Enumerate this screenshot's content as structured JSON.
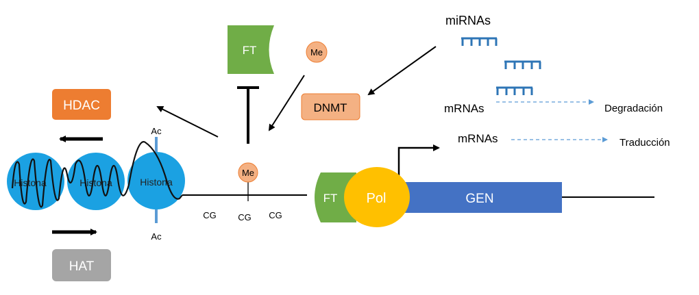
{
  "labels": {
    "hdac": "HDAC",
    "hat": "HAT",
    "histona": "Histona",
    "ac": "Ac",
    "ft": "FT",
    "me": "Me",
    "dnmt": "DNMT",
    "mirnas": "miRNAs",
    "mrnas": "mRNAs",
    "degradacion": "Degradación",
    "traduccion": "Traducción",
    "cg": "CG",
    "pol": "Pol",
    "gen": "GEN"
  },
  "colors": {
    "hdac": "#ED7D31",
    "hat": "#A5A5A5",
    "histone": "#1BA1E2",
    "ft": "#70AD47",
    "me": "#F4B183",
    "dnmt": "#F4B183",
    "pol": "#FFC000",
    "gen": "#4472C4",
    "mirna": "#2E75B6",
    "dashed": "#5B9BD5"
  }
}
